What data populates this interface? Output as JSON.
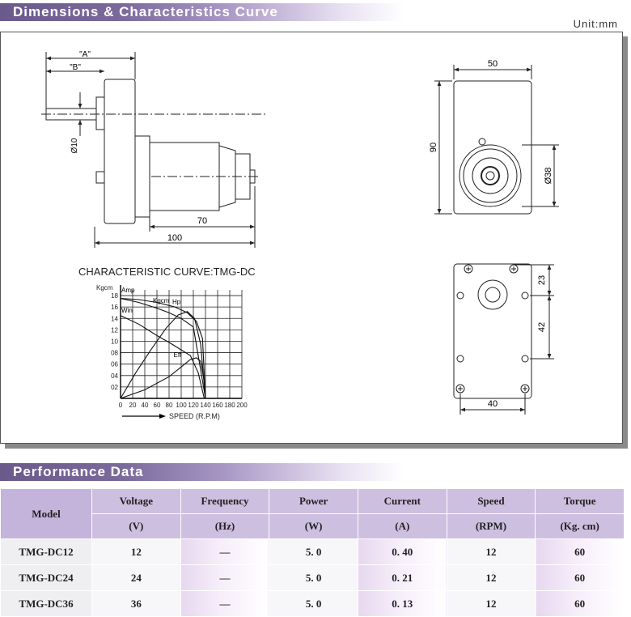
{
  "section1": {
    "title": "Dimensions & Characteristics Curve",
    "unit": "Unit:mm"
  },
  "drawing": {
    "side_view": {
      "dim_a": "\"A\"",
      "dim_b": "\"B\"",
      "shaft_dia": "Ø10",
      "motor_len": "70",
      "total_len": "100"
    },
    "front_view": {
      "width": "50",
      "height": "90",
      "motor_dia": "Ø38"
    },
    "mount_view": {
      "dim_top": "23",
      "dim_mid": "42",
      "dim_width": "40"
    }
  },
  "chart_data": {
    "type": "line",
    "title": "CHARACTERISTIC CURVE:TMG-DC",
    "ylabel": "Kgcm",
    "xlabel": "SPEED (R.P.M)",
    "x_ticks": [
      "0",
      "20",
      "40",
      "60",
      "80",
      "100",
      "120",
      "140",
      "160",
      "180",
      "200"
    ],
    "y_ticks": [
      "02",
      "04",
      "06",
      "08",
      "10",
      "12",
      "14",
      "16",
      "18"
    ],
    "xlim": [
      0,
      200
    ],
    "ylim": [
      0,
      19
    ],
    "curve_labels": [
      "Amp",
      "Kgcm",
      "Hp",
      "Win",
      "Eff"
    ],
    "grid": true,
    "series": [
      {
        "name": "Amp",
        "x": [
          0,
          30,
          60,
          90,
          110,
          125,
          135,
          140
        ],
        "y": [
          17.5,
          17.3,
          16.8,
          16.0,
          15.0,
          13.5,
          10.5,
          0
        ]
      },
      {
        "name": "Kgcm",
        "x": [
          0,
          30,
          60,
          80,
          100,
          120,
          140
        ],
        "y": [
          17.5,
          16.8,
          15.8,
          15.0,
          14.0,
          12.5,
          0
        ]
      },
      {
        "name": "Hp",
        "x": [
          0,
          25,
          50,
          75,
          95,
          110,
          122,
          132,
          140
        ],
        "y": [
          0,
          4.5,
          8.5,
          12.3,
          14.6,
          15.2,
          14.0,
          9.5,
          0
        ]
      },
      {
        "name": "Win",
        "x": [
          0,
          30,
          60,
          80,
          100,
          115,
          128,
          138
        ],
        "y": [
          14.5,
          13.0,
          11.0,
          9.8,
          8.5,
          7.5,
          4.5,
          0
        ]
      },
      {
        "name": "Eff",
        "x": [
          0,
          40,
          80,
          100,
          115,
          125,
          132,
          137,
          140
        ],
        "y": [
          0,
          1.5,
          3.8,
          5.5,
          6.8,
          7.1,
          6.5,
          3.5,
          0
        ]
      }
    ]
  },
  "section2": {
    "title": "Performance Data"
  },
  "table": {
    "headers": [
      {
        "top": "Model",
        "bottom": ""
      },
      {
        "top": "Voltage",
        "bottom": "(V)"
      },
      {
        "top": "Frequency",
        "bottom": "(Hz)"
      },
      {
        "top": "Power",
        "bottom": "(W)"
      },
      {
        "top": "Current",
        "bottom": "(A)"
      },
      {
        "top": "Speed",
        "bottom": "(RPM)"
      },
      {
        "top": "Torque",
        "bottom": "(Kg. cm)"
      }
    ],
    "rows": [
      {
        "model": "TMG-DC12",
        "voltage": "12",
        "frequency": "—",
        "power": "5. 0",
        "current": "0. 40",
        "speed": "12",
        "torque": "60"
      },
      {
        "model": "TMG-DC24",
        "voltage": "24",
        "frequency": "—",
        "power": "5. 0",
        "current": "0. 21",
        "speed": "12",
        "torque": "60"
      },
      {
        "model": "TMG-DC36",
        "voltage": "36",
        "frequency": "—",
        "power": "5. 0",
        "current": "0. 13",
        "speed": "12",
        "torque": "60"
      }
    ]
  }
}
